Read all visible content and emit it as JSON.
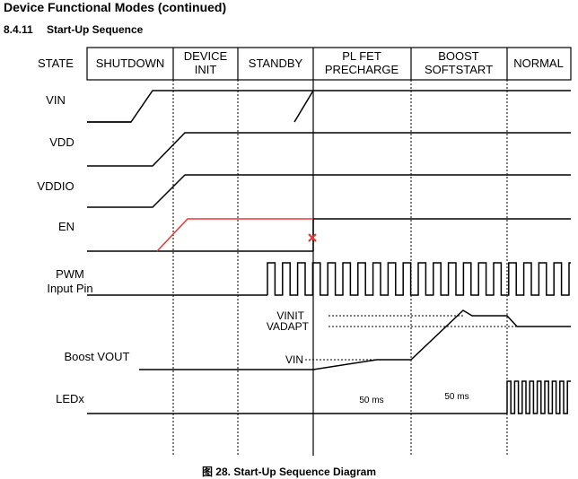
{
  "header": {
    "section_title": "Device Functional Modes (continued)",
    "subsection_number": "8.4.11",
    "subsection_title": "Start-Up Sequence"
  },
  "state_table": {
    "header_label": "STATE",
    "states": [
      [
        "SHUTDOWN"
      ],
      [
        "DEVICE",
        "INIT"
      ],
      [
        "STANDBY"
      ],
      [
        "PL FET",
        "PRECHARGE"
      ],
      [
        "BOOST",
        "SOFTSTART"
      ],
      [
        "NORMAL"
      ]
    ]
  },
  "signals": {
    "vin": "VIN",
    "vdd": "VDD",
    "vddio": "VDDIO",
    "en": "EN",
    "pwm_line1": "PWM",
    "pwm_line2": "Input Pin",
    "boost_vout": "Boost VOUT",
    "ledx": "LEDx"
  },
  "annotations": {
    "vinit": "VINIT",
    "vadapt": "VADAPT",
    "vin_level": "VIN",
    "precharge_time": "50 ms",
    "softstart_time": "50 ms"
  },
  "colors": {
    "en_fault": "#e53935",
    "marker": "#e53935"
  },
  "caption": "图 28.  Start-Up Sequence Diagram"
}
